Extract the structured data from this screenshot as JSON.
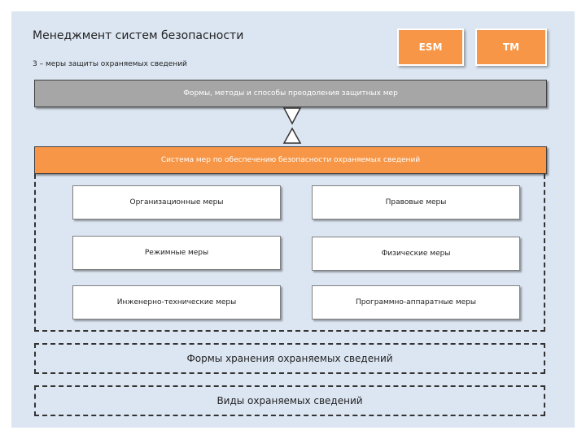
{
  "title": "Менеджмент систем безопасности",
  "subtitle": "3 – меры защиты охраняемых сведений",
  "tags": [
    "ESM",
    "TM"
  ],
  "gray_bar": "Формы, методы и способы преодоления защитных мер",
  "orange_bar": "Система мер по обеспечению безопасности охраняемых сведений",
  "measures": [
    "Организационные меры",
    "Правовые меры",
    "Режимные меры",
    "Физические меры",
    "Инженерно-технические меры",
    "Программно-аппаратные меры"
  ],
  "storage_forms": "Формы хранения охраняемых сведений",
  "info_types": "Виды охраняемых сведений",
  "colors": {
    "background": "#dce6f2",
    "accent_orange": "#f79646",
    "gray_bar": "#a6a6a6"
  },
  "icons": [
    "arrow-down-icon",
    "arrow-up-icon"
  ]
}
